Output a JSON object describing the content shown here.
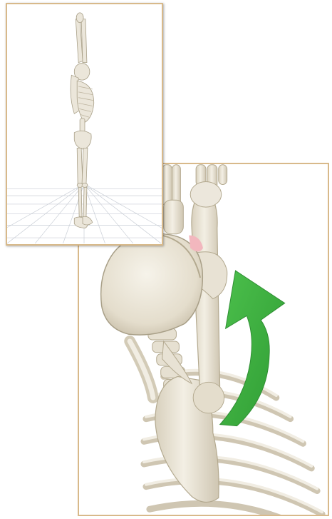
{
  "figure": {
    "panels": [
      {
        "id": "overview",
        "subject": "full-skeleton-standing-arms-raised"
      },
      {
        "id": "zoom",
        "subject": "skull-shoulder-and-ribcage-closeup"
      }
    ],
    "arrow": {
      "direction": "counter-clockwise-upward",
      "color": "#3cae3f"
    },
    "colors": {
      "frame_border": "#d8b98a",
      "bone": "#ebe6da",
      "bone_shadow": "#c9c1ae",
      "grid": "#c9ced6",
      "arrow": "#3cae3f",
      "highlight": "#f2b7be"
    }
  }
}
